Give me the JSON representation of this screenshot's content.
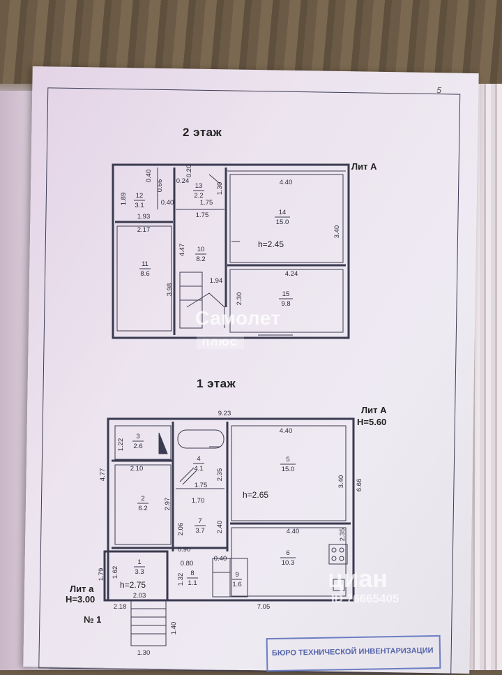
{
  "sheet": {
    "page_number": "5"
  },
  "floor2": {
    "title": "2 этаж",
    "lit": "Лит А",
    "height": "h=2.45",
    "rooms": [
      {
        "n": "12",
        "area": "3.1"
      },
      {
        "n": "13",
        "area": "2.2"
      },
      {
        "n": "14",
        "area": "15.0"
      },
      {
        "n": "10",
        "area": "8.2"
      },
      {
        "n": "11",
        "area": "8.6"
      },
      {
        "n": "15",
        "area": "9.8"
      }
    ],
    "dims": [
      "4.40",
      "1.89",
      "0.40",
      "0.66",
      "0.40",
      "0.20",
      "0.24",
      "1.30",
      "1.75",
      "1.75",
      "1.93",
      "2.17",
      "4.47",
      "3.40",
      "4.24",
      "1.94",
      "3.98",
      "2.30"
    ]
  },
  "floor1": {
    "title": "1 этаж",
    "lit": "Лит А",
    "lit_height": "H=5.60",
    "height": "h=2.65",
    "height_small": "h=2.75",
    "lit_a": "Лит а",
    "lit_a_height": "H=3.00",
    "number": "№ 1",
    "rooms": [
      {
        "n": "3",
        "area": "2.6"
      },
      {
        "n": "4",
        "area": "4.1"
      },
      {
        "n": "5",
        "area": "15.0"
      },
      {
        "n": "2",
        "area": "6.2"
      },
      {
        "n": "7",
        "area": "3.7"
      },
      {
        "n": "6",
        "area": "10.3"
      },
      {
        "n": "1",
        "area": "3.3"
      },
      {
        "n": "8",
        "area": "1.1"
      },
      {
        "n": "9",
        "area": "1.6"
      }
    ],
    "dims": [
      "9.23",
      "4.40",
      "1.22",
      "4.77",
      "2.10",
      "2.35",
      "1.75",
      "1.70",
      "3.40",
      "6.66",
      "2.97",
      "2.06",
      "2.40",
      "4.40",
      "2.35",
      "0.90",
      "0.80",
      "0.40",
      "1.62",
      "1.79",
      "1.32",
      "2.03",
      "2.18",
      "7.05",
      "1.40",
      "1.30"
    ]
  },
  "watermarks": {
    "samolet": "Самолет",
    "plus": "ПЛЮС",
    "cian": "циан",
    "cian_id": "ID 76665405"
  },
  "stamp": "БЮРО ТЕХНИЧЕСКОЙ ИНВЕНТАРИЗАЦИИ"
}
